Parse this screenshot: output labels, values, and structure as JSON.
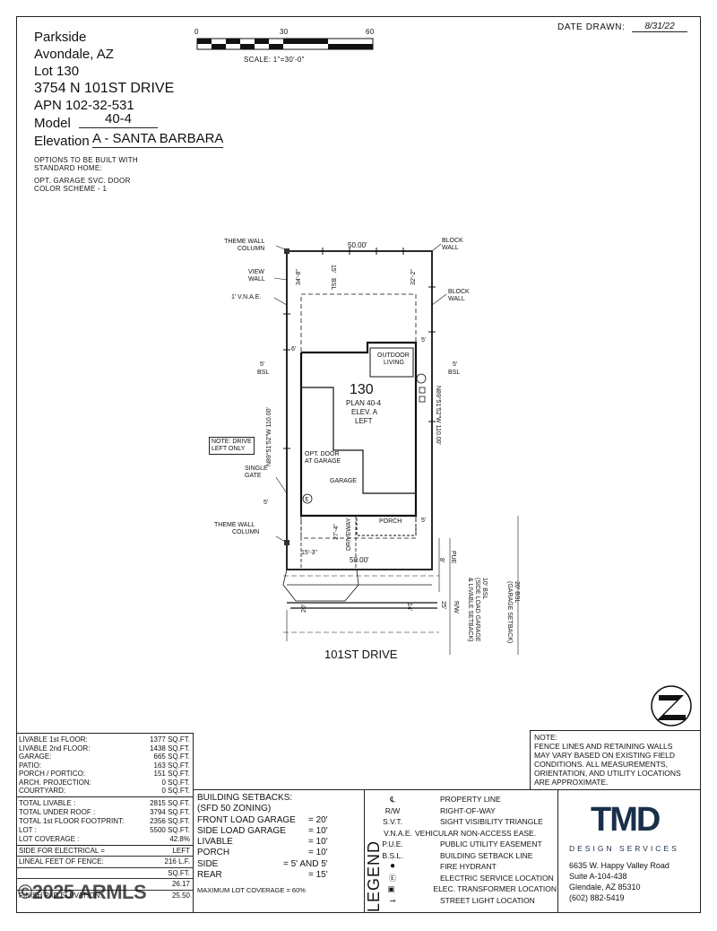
{
  "header": {
    "community": "Parkside",
    "city": "Avondale, AZ",
    "lot": "Lot 130",
    "address": "3754 N 101ST DRIVE",
    "apn": "APN 102-32-531",
    "model_label": "Model",
    "model_value": "40-4",
    "elevation_label": "Elevation",
    "elevation_value": "A - SANTA BARBARA",
    "options_1": "OPTIONS TO BE BUILT WITH",
    "options_2": "STANDARD HOME:",
    "options_3": "OPT. GARAGE SVC. DOOR",
    "options_4": "COLOR SCHEME - 1"
  },
  "scale_bar": {
    "tick_0": "0",
    "tick_30": "30",
    "tick_60": "60",
    "scale_text": "SCALE: 1\"=30'-0\""
  },
  "date_drawn": {
    "label": "DATE DRAWN:",
    "value": "8/31/22"
  },
  "plan": {
    "lot_number": "130",
    "plan_line_1": "PLAN 40-4",
    "plan_line_2": "ELEV. A",
    "plan_line_3": "LEFT",
    "outdoor_living_1": "OUTDOOR",
    "outdoor_living_2": "LIVING",
    "opt_door_1": "OPT. DOOR",
    "opt_door_2": "AT GARAGE",
    "garage": "GARAGE",
    "porch": "PORCH",
    "driveway": "DRIVEWAY",
    "top_width": "50.00'",
    "bottom_width": "50.00'",
    "left_bearing": "N89°51'52\"W 110.00'",
    "right_bearing": "N89°51'52\"W 110.00'",
    "rear_left": "34'-8\"",
    "rear_right": "32'-2\"",
    "rear_bsl_dim": "15'",
    "rear_bsl": "BSL",
    "side_5_left": "5'",
    "side_5_left_bsl": "BSL",
    "side_5_right": "5'",
    "side_5_right_bsl": "BSL",
    "dim_6": "6'",
    "dim_5_top_right": "5'",
    "dim_5_gate": "5'",
    "dim_5_porch": "5'",
    "dim_15_3": "15'-3\"",
    "dim_27_4": "27'-4\"",
    "dim_8": "8'",
    "pue": "PUE",
    "dim_20": "20'",
    "dim_14": "14'",
    "dim_25": "25'",
    "rw": "R/W",
    "side_load_1": "10' BSL",
    "side_load_2": "(SIDE LOAD GARAGE",
    "side_load_3": "& LIVABLE SETBACK)",
    "garage_setback_1": "20' BSL",
    "garage_setback_2": "(GARAGE SETBACK)",
    "street": "101ST DRIVE",
    "callout_theme_wall_top": [
      "THEME WALL",
      "COLUMN"
    ],
    "callout_view_wall": [
      "VIEW",
      "WALL"
    ],
    "callout_vnae": "1' V.N.A.E.",
    "callout_block_wall_1": [
      "BLOCK",
      "WALL"
    ],
    "callout_block_wall_2": [
      "BLOCK",
      "WALL"
    ],
    "note_drive": [
      "NOTE: DRIVE",
      "LEFT ONLY"
    ],
    "callout_single_gate": [
      "SINGLE",
      "GATE"
    ],
    "callout_theme_wall_bottom": [
      "THEME WALL",
      "COLUMN"
    ]
  },
  "note_box": {
    "lines": [
      "NOTE:",
      "FENCE LINES AND RETAINING WALLS",
      "MAY VARY BASED ON EXISTING FIELD",
      "CONDITIONS.  ALL MEASUREMENTS,",
      "ORIENTATION, AND UTILITY LOCATIONS",
      "ARE APPROXIMATE."
    ]
  },
  "area_table": {
    "rows": [
      {
        "label": "LIVABLE 1st FLOOR:",
        "value": "1377 SQ.FT."
      },
      {
        "label": "LIVABLE 2nd FLOOR:",
        "value": "1438 SQ.FT."
      },
      {
        "label": "GARAGE:",
        "value": "665 SQ.FT."
      },
      {
        "label": "PATIO:",
        "value": "163 SQ.FT."
      },
      {
        "label": "PORCH / PORTICO:",
        "value": "151 SQ.FT."
      },
      {
        "label": "ARCH. PROJECTION:",
        "value": "0 SQ.FT."
      },
      {
        "label": "COURTYARD:",
        "value": "0 SQ.FT."
      }
    ],
    "totals": [
      {
        "label": "TOTAL LIVABLE :",
        "value": "2815 SQ.FT."
      },
      {
        "label": "TOTAL UNDER ROOF :",
        "value": "3794 SQ.FT."
      },
      {
        "label": "TOTAL 1st FLOOR FOOTPRINT:",
        "value": "2356 SQ.FT."
      },
      {
        "label": "LOT :",
        "value": "5500 SQ.FT."
      },
      {
        "label": "LOT COVERAGE :",
        "value": "42.8%"
      }
    ],
    "extras": [
      {
        "label": "SIDE FOR ELECTRICAL =",
        "value": "LEFT"
      },
      {
        "label": "LINEAL FEET OF FENCE:",
        "value": "216 L.F."
      },
      {
        "label": "",
        "value": "SQ.FT."
      },
      {
        "label": "",
        "value": "26.17"
      },
      {
        "label": "FINISH PAD ELEVATION:",
        "value": "25.50"
      }
    ],
    "watermark": "©2025 ARMLS"
  },
  "setbacks": {
    "title": "BUILDING SETBACKS:",
    "zoning": "(SFD 50 ZONING)",
    "rows": [
      {
        "label": "FRONT LOAD GARAGE",
        "value": "= 20'"
      },
      {
        "label": "SIDE LOAD GARAGE",
        "value": "= 10'"
      },
      {
        "label": "LIVABLE",
        "value": "= 10'"
      },
      {
        "label": "PORCH",
        "value": "= 10'"
      },
      {
        "label": "SIDE",
        "value": "= 5' AND 5'"
      },
      {
        "label": "REAR",
        "value": "= 15'"
      }
    ],
    "max_coverage": "MAXIMUM LOT COVERAGE = 60%"
  },
  "legend": {
    "title": "LEGEND",
    "rows": [
      {
        "sym": "℄",
        "abbr": "",
        "desc": "PROPERTY LINE"
      },
      {
        "sym": "",
        "abbr": "R/W",
        "desc": "RIGHT-OF-WAY"
      },
      {
        "sym": "",
        "abbr": "S.V.T.",
        "desc": "SIGHT VISIBILITY TRIANGLE"
      },
      {
        "sym": "",
        "abbr": "V.N.A.E.",
        "desc": "VEHICULAR NON-ACCESS EASE."
      },
      {
        "sym": "",
        "abbr": "P.U.E.",
        "desc": "PUBLIC UTILITY EASEMENT"
      },
      {
        "sym": "",
        "abbr": "B.S.L.",
        "desc": "BUILDING SETBACK LINE"
      },
      {
        "sym": "",
        "abbr": "",
        "desc": "FIRE HYDRANT"
      },
      {
        "sym": "Ⓔ",
        "abbr": "",
        "desc": "ELECTRIC SERVICE LOCATION"
      },
      {
        "sym": "",
        "abbr": "",
        "desc": "ELEC. TRANSFORMER LOCATION"
      },
      {
        "sym": "",
        "abbr": "",
        "desc": "STREET LIGHT LOCATION"
      }
    ]
  },
  "company": {
    "logo_text": "TMD",
    "tagline": "DESIGN SERVICES",
    "address_1": "6635 W. Happy Valley Road",
    "address_2": "Suite A-104-438",
    "address_3": "Glendale, AZ 85310",
    "phone": "(602) 882-5419"
  },
  "north_arrow": {
    "letter": "N"
  }
}
